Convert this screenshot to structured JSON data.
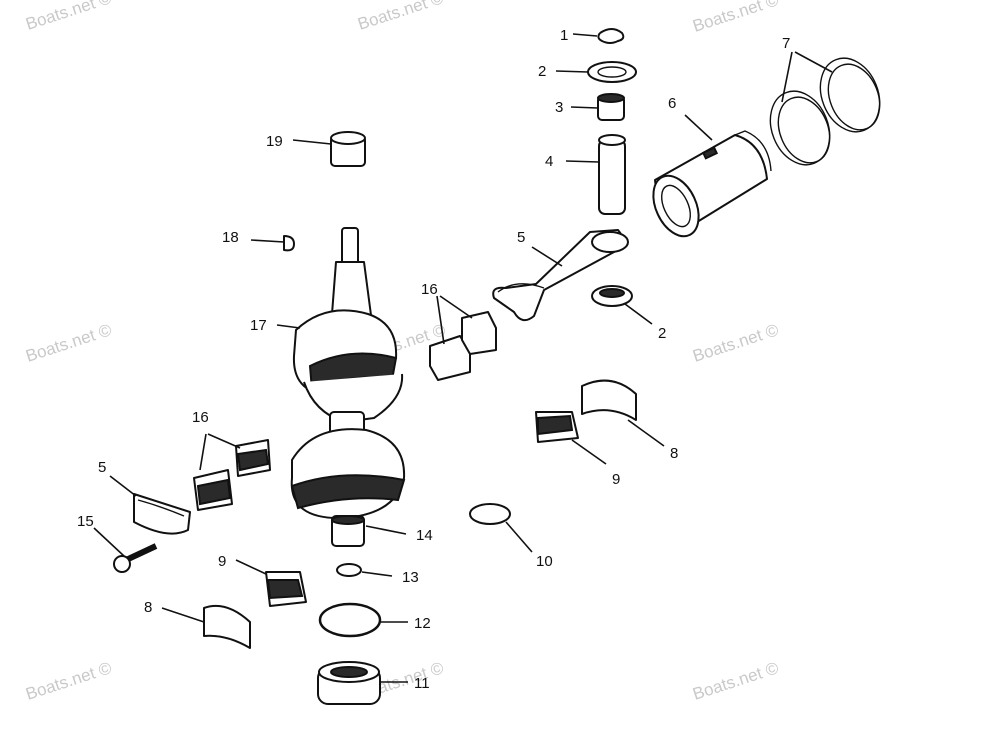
{
  "watermark": "Boats.net ©",
  "callouts": {
    "c1": "1",
    "c2a": "2",
    "c3": "3",
    "c4": "4",
    "c5a": "5",
    "c6": "6",
    "c7": "7",
    "c2b": "2",
    "c16a": "16",
    "c19": "19",
    "c18": "18",
    "c17": "17",
    "c16b": "16",
    "c5b": "5",
    "c15": "15",
    "c9a": "9",
    "c8a": "8",
    "c8b": "8",
    "c9b": "9",
    "c10": "10",
    "c14": "14",
    "c13": "13",
    "c12": "12",
    "c11": "11"
  }
}
